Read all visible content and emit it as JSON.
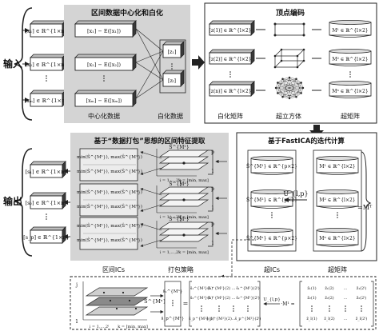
{
  "labels": {
    "input": "输入",
    "output": "输出",
    "sec1_title": "区间数据中心化和白化",
    "sec2_title": "顶点编码",
    "sec3_title": "基于“数据打包”思想的区间特征提取",
    "sec4_title": "基于FastICA的迭代计算",
    "centered_data": "中心化数据",
    "whitened_data": "白化数据",
    "whitening_matrix": "白化矩阵",
    "hypercube": "超立方体",
    "hypermatrix": "超矩阵",
    "interval_ics": "区间ICs",
    "packing_strategy": "打包策略",
    "super_ics": "超ICs",
    "super_matrix": "超矩阵"
  },
  "inputs": [
    "[x₁] ∈ ℝ^{1×n}",
    "[x₂] ∈ ℝ^{1×n}",
    "[xₘ] ∈ ℝ^{1×n}"
  ],
  "centered": [
    "[x₁] − E([x₁])",
    "[x₂] − E([x₂])",
    "[xₘ] − E([xₘ])"
  ],
  "whitened": [
    "[z₁]",
    "[zₗ]"
  ],
  "vertex_rows": [
    {
      "z": "[z(1)] ∈ ℝ^{l×2}",
      "m": "M¹ ∈ ℝ^{l×2}"
    },
    {
      "z": "[z(2)] ∈ ℝ^{l×2}",
      "m": "M² ∈ ℝ^{l×2}"
    },
    {
      "z": "[z(n)] ∈ ℝ^{l×2}",
      "m": "Mⁿ ∈ ℝ^{l×2}"
    }
  ],
  "outputs": [
    "[s₁] ∈ ℝ^{1×n}",
    "[s₂] ∈ ℝ^{1×n}",
    "[s_p] ∈ ℝ^{1×n}"
  ],
  "minmax": [
    "min(Ŝ^{M¹}), max(Ŝ^{M¹})",
    "min(Ŝ^{M²}), max(Ŝ^{M²})"
  ],
  "stack_labels": [
    "Ŝ^{M¹}",
    "Ŝ^{M²}",
    "Ŝ^{Mⁿ}"
  ],
  "super_ic_rows": [
    "Ŝ^{M¹} ∈ ℝ^{p×2}",
    "Ŝ^{M²} ∈ ℝ^{p×2}",
    "Ŝ^{Mⁿ} ∈ ℝ^{p×2}"
  ],
  "super_m_rows": [
    "M¹ ∈ ℝ^{l×2}",
    "M² ∈ ℝ^{l×2}",
    "Mⁿ ∈ ℝ^{l×2}"
  ],
  "u_label": "U_{l,p}",
  "mT_label": "=Mᵀ",
  "axis_labels": {
    "j": "j",
    "i": "i = 1,…,2ˡ",
    "k": "k = [min, max]",
    "p": "p",
    "one": "1"
  },
  "bottom": {
    "s_label": "Ŝ^{Mⁿ}",
    "col_first": "s̄₁^{Mⁿ}",
    "col_last": "s̄_p^{Mⁿ}",
    "mat_rows": [
      [
        "ŝ₁^{M¹}(1)",
        "ŝ₁^{M¹}(2)",
        "…",
        "ŝ₁^{M¹}(2ˡ)"
      ],
      [
        "ŝ₂^{M¹}(1)",
        "ŝ₂^{M¹}(2)",
        "…",
        "ŝ₂^{M¹}(2ˡ)"
      ],
      [
        "ŝ_p^{M¹}(1)",
        "ŝ_p^{M¹}(2)",
        "…",
        "ŝ_p^{M¹}(2ˡ)"
      ]
    ],
    "u_label": "U_{l,p}",
    "m_label": "·M¹ =",
    "z_rows": [
      [
        "z̄₁(1)",
        "z̄₁(2)",
        "…",
        "z̄₁(2ˡ)"
      ],
      [
        "z̄₂(1)",
        "z̄₂(2)",
        "…",
        "z̄₂(2ˡ)"
      ],
      [
        "z̄_l(1)",
        "z̄_l(2)",
        "…",
        "z̄_l(2ˡ)"
      ]
    ]
  }
}
